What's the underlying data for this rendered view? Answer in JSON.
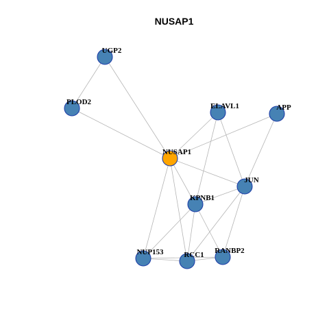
{
  "title": "NUSAP1",
  "colors": {
    "default_node": "#4682b4",
    "focus_node": "#ffa500",
    "node_border": "#1f3fa8",
    "edge": "#b4b4b4"
  },
  "nodes": [
    {
      "id": "UGP2",
      "label": "UGP2",
      "focus": false
    },
    {
      "id": "PLOD2",
      "label": "PLOD2",
      "focus": false
    },
    {
      "id": "ELAVL1",
      "label": "ELAVL1",
      "focus": false
    },
    {
      "id": "APP",
      "label": "APP",
      "focus": false
    },
    {
      "id": "NUSAP1",
      "label": "NUSAP1",
      "focus": true
    },
    {
      "id": "JUN",
      "label": "JUN",
      "focus": false
    },
    {
      "id": "KPNB1",
      "label": "KPNB1",
      "focus": false
    },
    {
      "id": "NUP153",
      "label": "NUP153",
      "focus": false
    },
    {
      "id": "RCC1",
      "label": "RCC1",
      "focus": false
    },
    {
      "id": "RANBP2",
      "label": "RANBP2",
      "focus": false
    }
  ],
  "edges": [
    [
      "UGP2",
      "PLOD2"
    ],
    [
      "UGP2",
      "NUSAP1"
    ],
    [
      "PLOD2",
      "NUSAP1"
    ],
    [
      "ELAVL1",
      "NUSAP1"
    ],
    [
      "ELAVL1",
      "KPNB1"
    ],
    [
      "ELAVL1",
      "JUN"
    ],
    [
      "APP",
      "NUSAP1"
    ],
    [
      "APP",
      "JUN"
    ],
    [
      "NUSAP1",
      "JUN"
    ],
    [
      "NUSAP1",
      "KPNB1"
    ],
    [
      "NUSAP1",
      "NUP153"
    ],
    [
      "NUSAP1",
      "RCC1"
    ],
    [
      "JUN",
      "KPNB1"
    ],
    [
      "JUN",
      "RCC1"
    ],
    [
      "JUN",
      "RANBP2"
    ],
    [
      "KPNB1",
      "NUP153"
    ],
    [
      "KPNB1",
      "RCC1"
    ],
    [
      "KPNB1",
      "RANBP2"
    ],
    [
      "NUP153",
      "RCC1"
    ],
    [
      "NUP153",
      "RANBP2"
    ],
    [
      "RCC1",
      "RANBP2"
    ]
  ]
}
